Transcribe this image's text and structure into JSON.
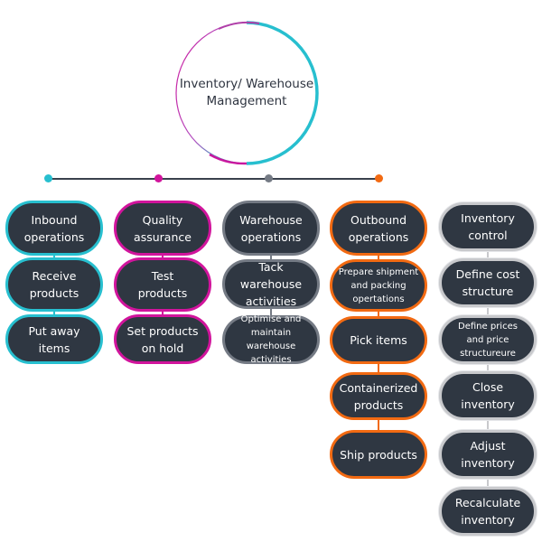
{
  "root": {
    "label": "Inventory/ Warehouse\nManagement"
  },
  "colors": {
    "cyan": "#27bfcf",
    "magenta": "#d1149c",
    "gray": "#747a84",
    "orange": "#f26a12",
    "light_gray": "#c8c9cc",
    "node_fill": "#2f3742",
    "line": "#3a414d"
  },
  "columns": [
    {
      "id": "inbound",
      "color": "cyan",
      "has_dot": true,
      "items": [
        {
          "label": "Inbound\noperations"
        },
        {
          "label": "Receive\nproducts"
        },
        {
          "label": "Put away\nitems"
        }
      ]
    },
    {
      "id": "quality",
      "color": "magenta",
      "has_dot": true,
      "items": [
        {
          "label": "Quality\nassurance"
        },
        {
          "label": "Test\nproducts"
        },
        {
          "label": "Set products\non hold"
        }
      ]
    },
    {
      "id": "warehouse",
      "color": "gray",
      "has_dot": true,
      "items": [
        {
          "label": "Warehouse\noperations"
        },
        {
          "label": "Tack warehouse\nactivities"
        },
        {
          "label": "Optimise and\nmaintain  warehouse\nactivities"
        }
      ]
    },
    {
      "id": "outbound",
      "color": "orange",
      "has_dot": true,
      "items": [
        {
          "label": "Outbound\noperations"
        },
        {
          "label": "Prepare shipment\nand packing\nopertations"
        },
        {
          "label": "Pick items"
        },
        {
          "label": "Containerized\nproducts"
        },
        {
          "label": "Ship products"
        }
      ]
    },
    {
      "id": "inventory-control",
      "color": "light_gray",
      "has_dot": false,
      "items": [
        {
          "label": "Inventory\ncontrol"
        },
        {
          "label": "Define cost\nstructure"
        },
        {
          "label": "Define prices\nand price\nstructureure"
        },
        {
          "label": "Close\ninventory"
        },
        {
          "label": "Adjust\ninventory"
        },
        {
          "label": "Recalculate\ninventory"
        }
      ]
    }
  ]
}
